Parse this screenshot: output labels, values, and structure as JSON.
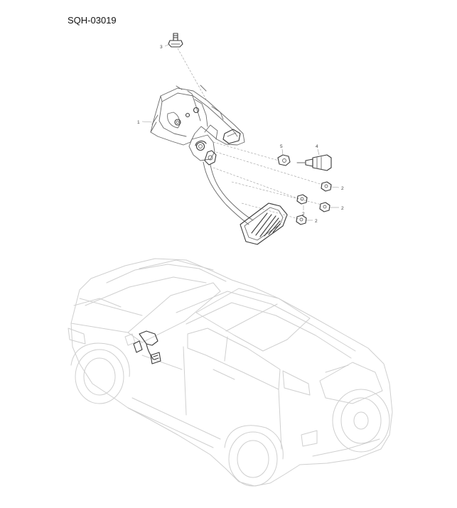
{
  "diagram": {
    "code": "SQH-03019"
  },
  "callouts": [
    {
      "id": "c1",
      "label": "1"
    },
    {
      "id": "c2a",
      "label": "2"
    },
    {
      "id": "c2b",
      "label": "2"
    },
    {
      "id": "c2c",
      "label": "2"
    },
    {
      "id": "c2d",
      "label": "2"
    },
    {
      "id": "c3",
      "label": "3"
    },
    {
      "id": "c4",
      "label": "4"
    },
    {
      "id": "c5",
      "label": "5"
    }
  ],
  "colors": {
    "line": "#6a6a6a",
    "dark": "#3a3a3a",
    "ghost": "#cfcfcf",
    "highlight": "#2a2a2a"
  }
}
